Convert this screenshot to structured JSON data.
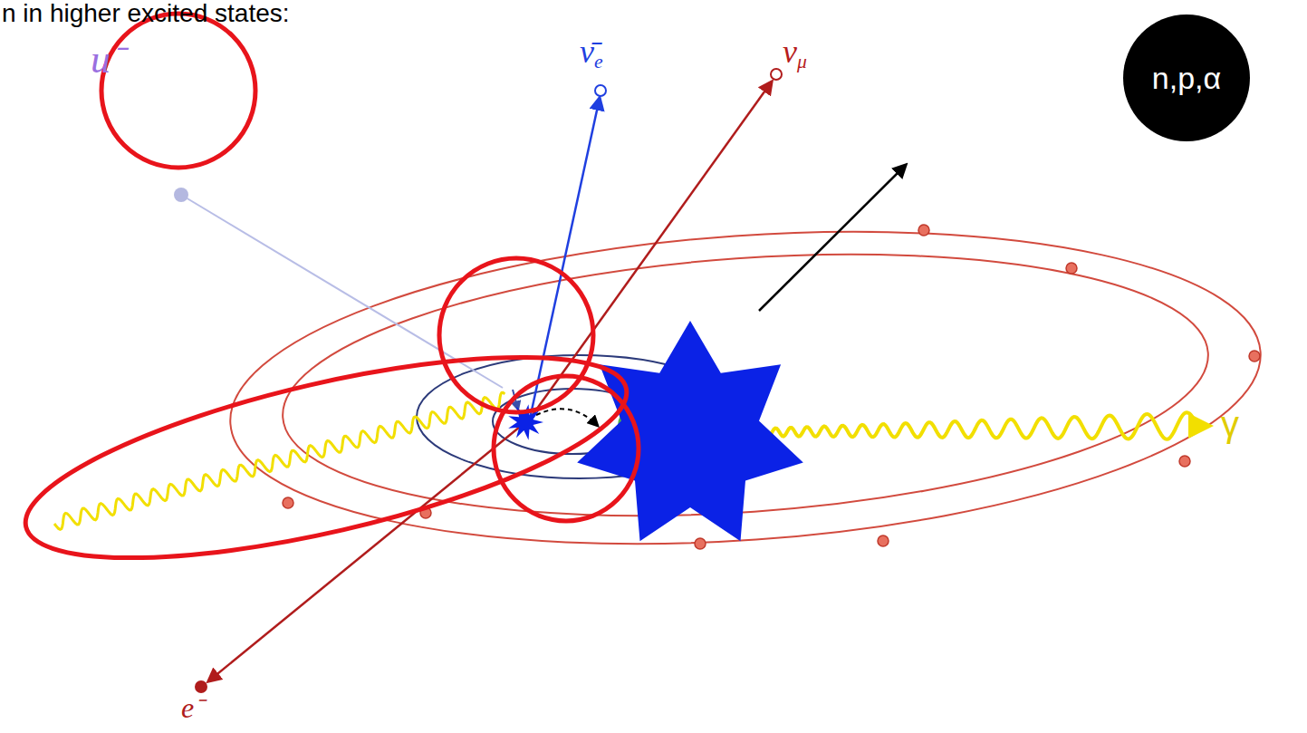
{
  "diagram": {
    "nodes": [
      {
        "text": [
          "n,p,α"
        ]
      }
    ],
    "labels": [
      "n in higher excited states:",
      "u⁻",
      "ν̄e",
      "νμ",
      "γ",
      "e⁻"
    ]
  }
}
